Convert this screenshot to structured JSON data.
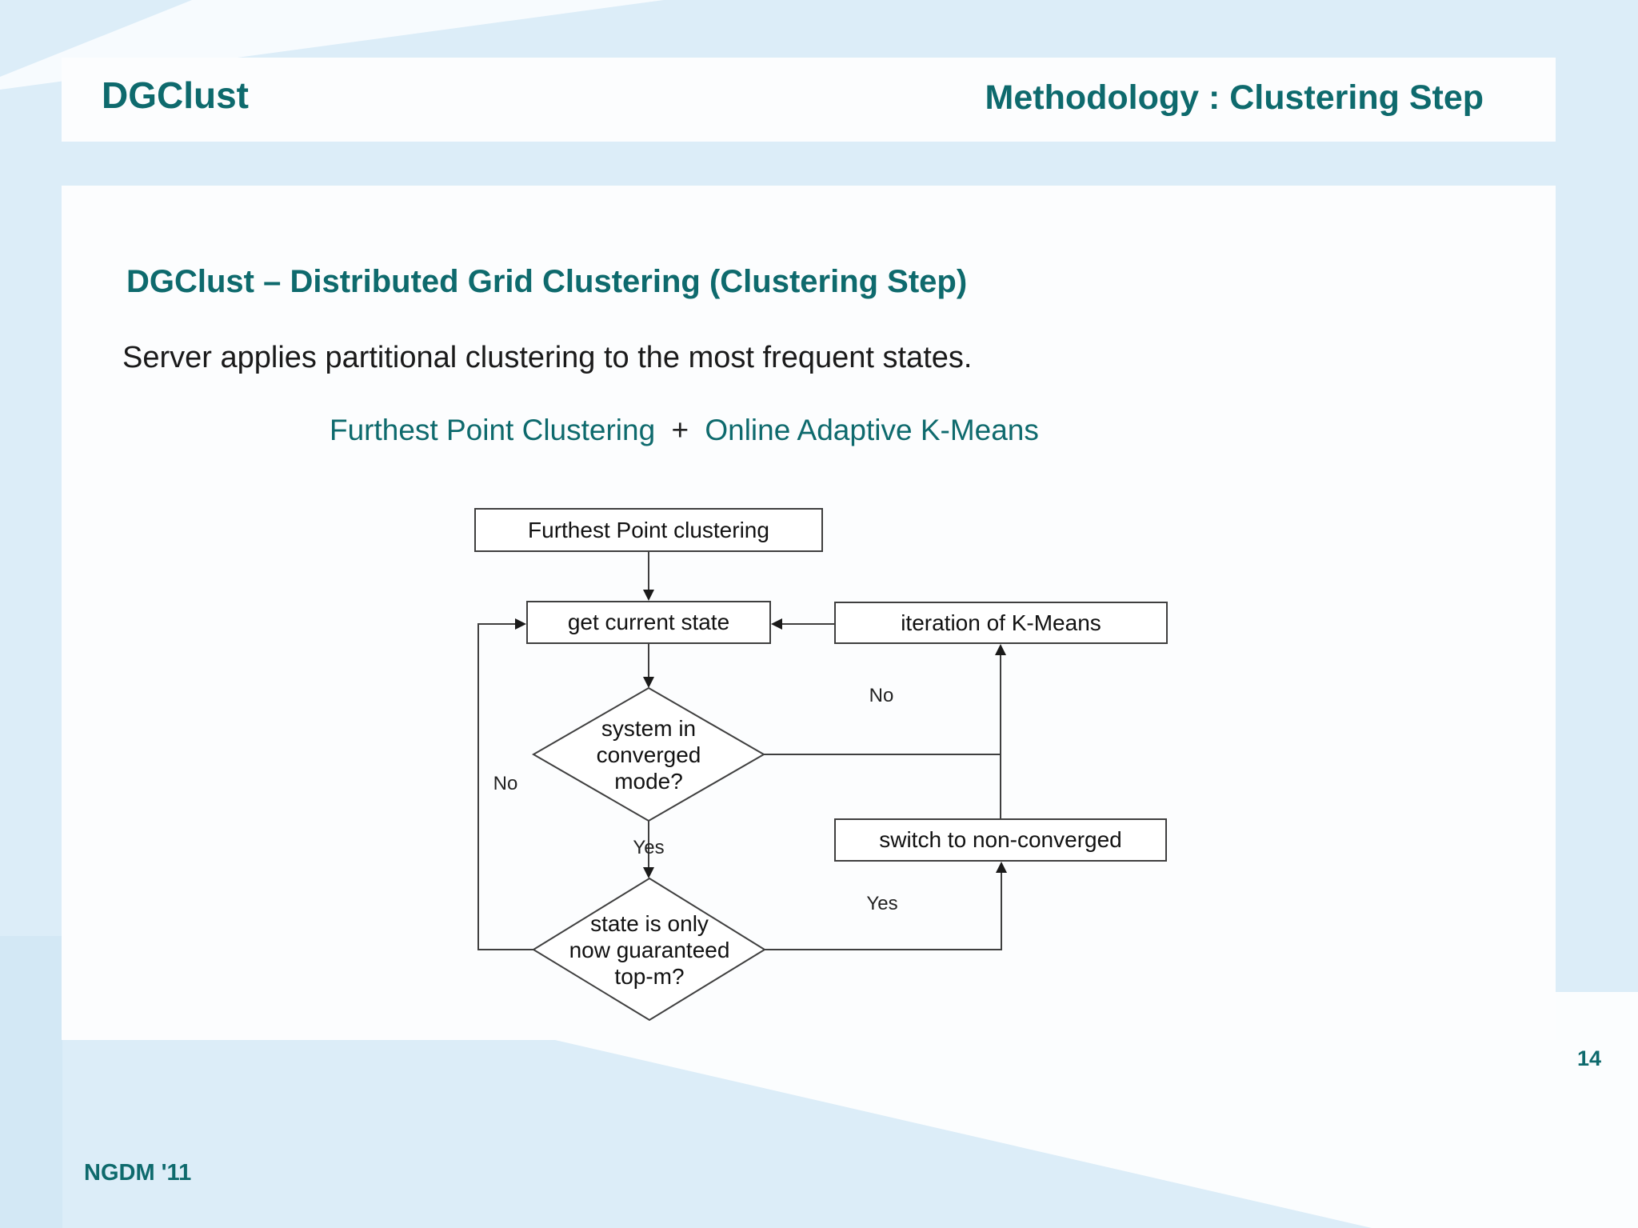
{
  "header": {
    "product": "DGClust",
    "section": "Methodology : Clustering Step"
  },
  "content": {
    "title": "DGClust – Distributed Grid Clustering (Clustering Step)",
    "body": "Server applies partitional clustering to the most frequent states.",
    "method": {
      "left": "Furthest Point Clustering",
      "plus": "+",
      "right": "Online Adaptive K-Means"
    }
  },
  "flowchart": {
    "nodes": {
      "furthest_point": "Furthest Point clustering",
      "get_state": "get current state",
      "kmeans_iteration": "iteration of K-Means",
      "switch_nonconverged": "switch to non-converged",
      "converged_q": {
        "line1": "system in",
        "line2": "converged",
        "line3": "mode?"
      },
      "topm_q": {
        "line1": "state is only",
        "line2": "now guaranteed",
        "line3": "top-m?"
      }
    },
    "edge_labels": {
      "no_right": "No",
      "no_left": "No",
      "yes_down": "Yes",
      "yes_right": "Yes"
    }
  },
  "footer": {
    "conference": "NGDM '11",
    "page_number": "14"
  },
  "colors": {
    "teal": "#0e6a6d",
    "background_blue": "#dcedf8",
    "panel_white": "#fcfdfe",
    "text_dark": "#1a1a1a",
    "diagram_line": "#3f3f3f"
  }
}
